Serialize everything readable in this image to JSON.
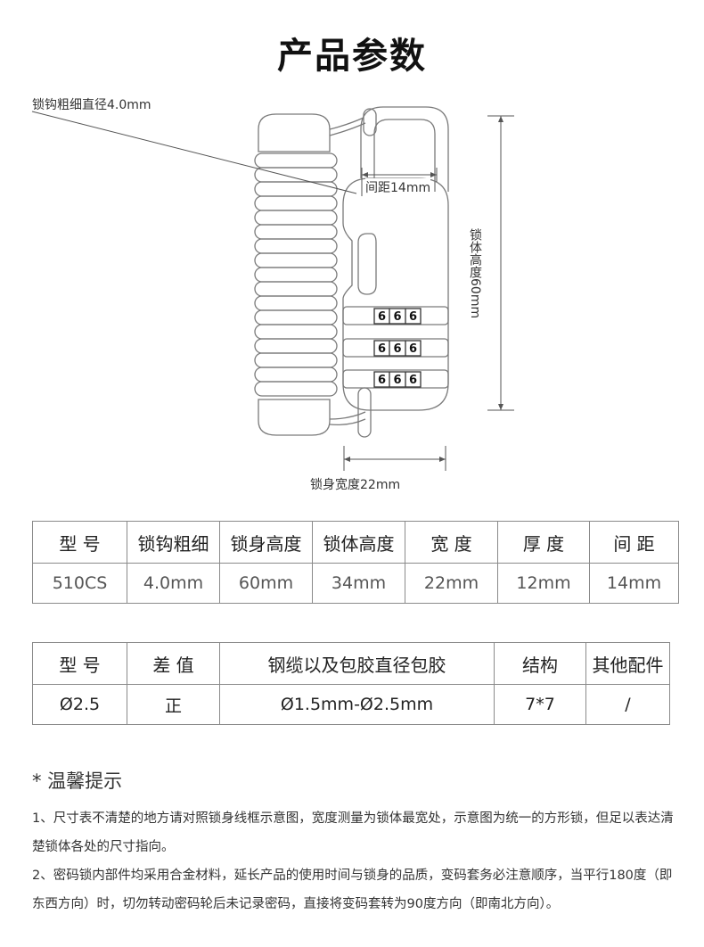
{
  "title": "产品参数",
  "diagram": {
    "label_hook_diameter": "锁钩粗细直径4.0mm",
    "label_gap": "间距14mm",
    "label_body_height": "锁体高度60mm",
    "label_body_width": "锁身宽度22mm",
    "dial_digit": "6"
  },
  "table1": {
    "headers": [
      "型 号",
      "锁钩粗细",
      "锁身高度",
      "锁体高度",
      "宽 度",
      "厚 度",
      "间 距"
    ],
    "row": [
      "510CS",
      "4.0mm",
      "60mm",
      "34mm",
      "22mm",
      "12mm",
      "14mm"
    ]
  },
  "table2": {
    "headers": [
      "型 号",
      "差 值",
      "钢缆以及包胶直径包胶",
      "结构",
      "其他配件"
    ],
    "row": [
      "Ø2.5",
      "正",
      "Ø1.5mm-Ø2.5mm",
      "7*7",
      "/"
    ]
  },
  "tips": {
    "title": "* 温馨提示",
    "items": [
      "1、尺寸表不清楚的地方请对照锁身线框示意图，宽度测量为锁体最宽处，示意图为统一的方形锁，但足以表达清楚锁体各处的尺寸指向。",
      "2、密码锁内部件均采用合金材料，延长产品的使用时间与锁身的品质，变码套务必注意顺序，当平行180度（即东西方向）时，切勿转动密码轮后未记录密码，直接将变码套转为90度方向（即南北方向）。"
    ]
  }
}
